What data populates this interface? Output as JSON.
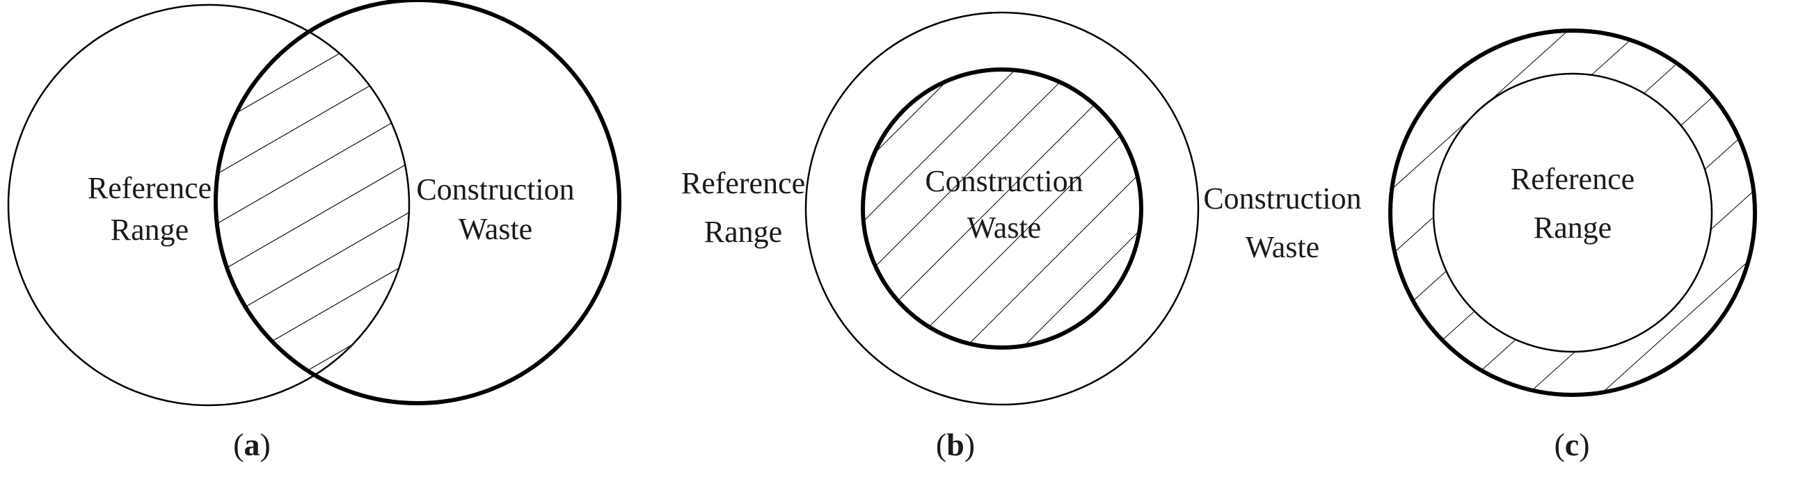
{
  "colors": {
    "stroke": "#000000",
    "background": "#ffffff"
  },
  "panels": [
    {
      "id": "a",
      "caption_open": "(",
      "caption_letter": "a",
      "caption_close": ")",
      "relation": "partial-overlap",
      "hatched_region": "intersection",
      "reference": {
        "line1": "Reference",
        "line2": "Range"
      },
      "waste": {
        "line1": "Construction",
        "line2": "Waste"
      }
    },
    {
      "id": "b",
      "caption_open": "(",
      "caption_letter": "b",
      "caption_close": ")",
      "relation": "waste-inside-reference",
      "hatched_region": "construction waste",
      "reference": {
        "line1": "Reference",
        "line2": "Range"
      },
      "waste": {
        "line1": "Construction",
        "line2": "Waste"
      }
    },
    {
      "id": "c",
      "caption_open": "(",
      "caption_letter": "c",
      "caption_close": ")",
      "relation": "reference-inside-waste",
      "hatched_region": "annulus",
      "reference": {
        "line1": "Reference",
        "line2": "Range"
      },
      "waste": {
        "line1": "Construction",
        "line2": "Waste"
      }
    }
  ]
}
